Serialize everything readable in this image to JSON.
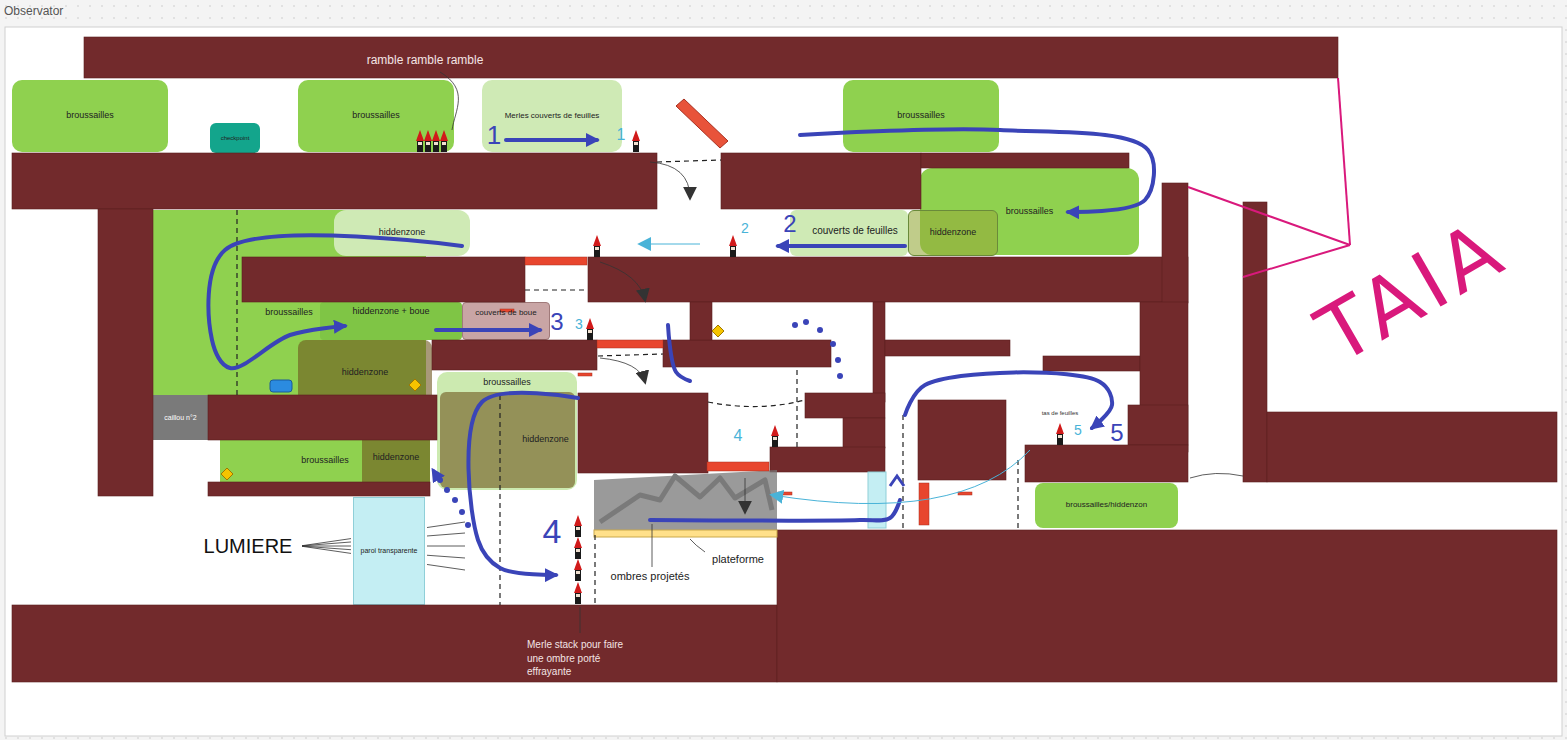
{
  "diagram": {
    "title": "Observator",
    "nodes": [
      {
        "text": [
          "broussailles"
        ]
      },
      {
        "text": [
          "checkpoint"
        ]
      },
      {
        "text": [
          "broussailles"
        ]
      },
      {
        "text": [
          "Merles couverts de feuilles"
        ]
      },
      {
        "text": [
          "broussailles"
        ]
      },
      {
        "text": [
          "broussailles"
        ]
      },
      {
        "text": [
          "hiddenzone"
        ]
      },
      {
        "text": [
          "couverts de feuilles"
        ]
      },
      {
        "text": [
          "broussailles"
        ]
      },
      {
        "text": [
          "hiddenzone"
        ]
      },
      {
        "text": [
          "hiddenzone + boue"
        ]
      },
      {
        "text": [
          "couverts de boue"
        ]
      },
      {
        "text": [
          "hiddenzone"
        ]
      },
      {
        "text": [
          "broussailles"
        ]
      },
      {
        "text": [
          "hiddenzone"
        ],
        "in": 13
      },
      {
        "text": [
          "broussailles"
        ]
      },
      {
        "text": [
          "hiddenzone"
        ]
      },
      {
        "text": [
          "caillou n°2"
        ]
      },
      {
        "text": [
          "paroi transparente"
        ]
      },
      {
        "text": [
          "broussailles/hiddenzon"
        ]
      }
    ],
    "labels": [
      "ramble ramble ramble",
      "1",
      "1",
      "2",
      "2",
      "3",
      "3",
      "4",
      "4",
      "tas de feuilles",
      "5",
      "5",
      "LUMIERE",
      "plateforme",
      "ombres projetés",
      "Merle stack pour faire une ombre porté effrayante",
      "TAIA"
    ]
  }
}
